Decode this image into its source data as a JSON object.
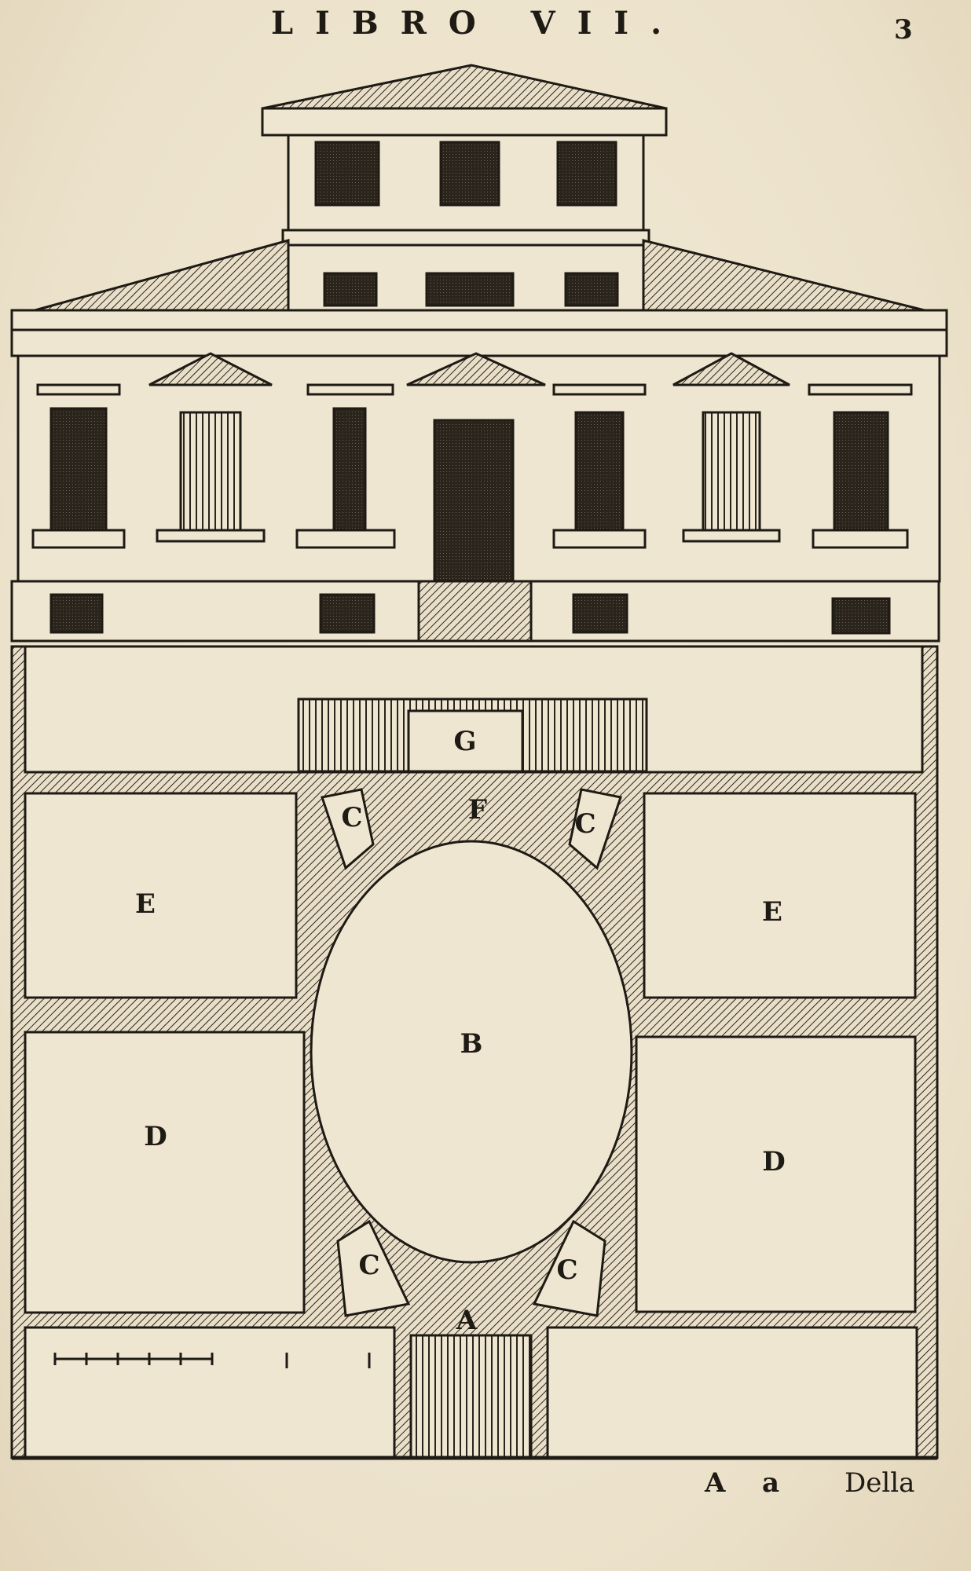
{
  "header": {
    "running_title": "LIBRO VII.",
    "page_number": "3"
  },
  "plate": {
    "plan_labels": {
      "portico": "G",
      "vestibule": "F",
      "closets": [
        "C",
        "C",
        "C",
        "C"
      ],
      "rooms_upper": [
        "E",
        "E"
      ],
      "hall": "B",
      "rooms_lower": [
        "D",
        "D"
      ],
      "entrance": "A"
    }
  },
  "footer": {
    "signature_letter": "A",
    "signature_number": "a",
    "catchword": "Della"
  }
}
